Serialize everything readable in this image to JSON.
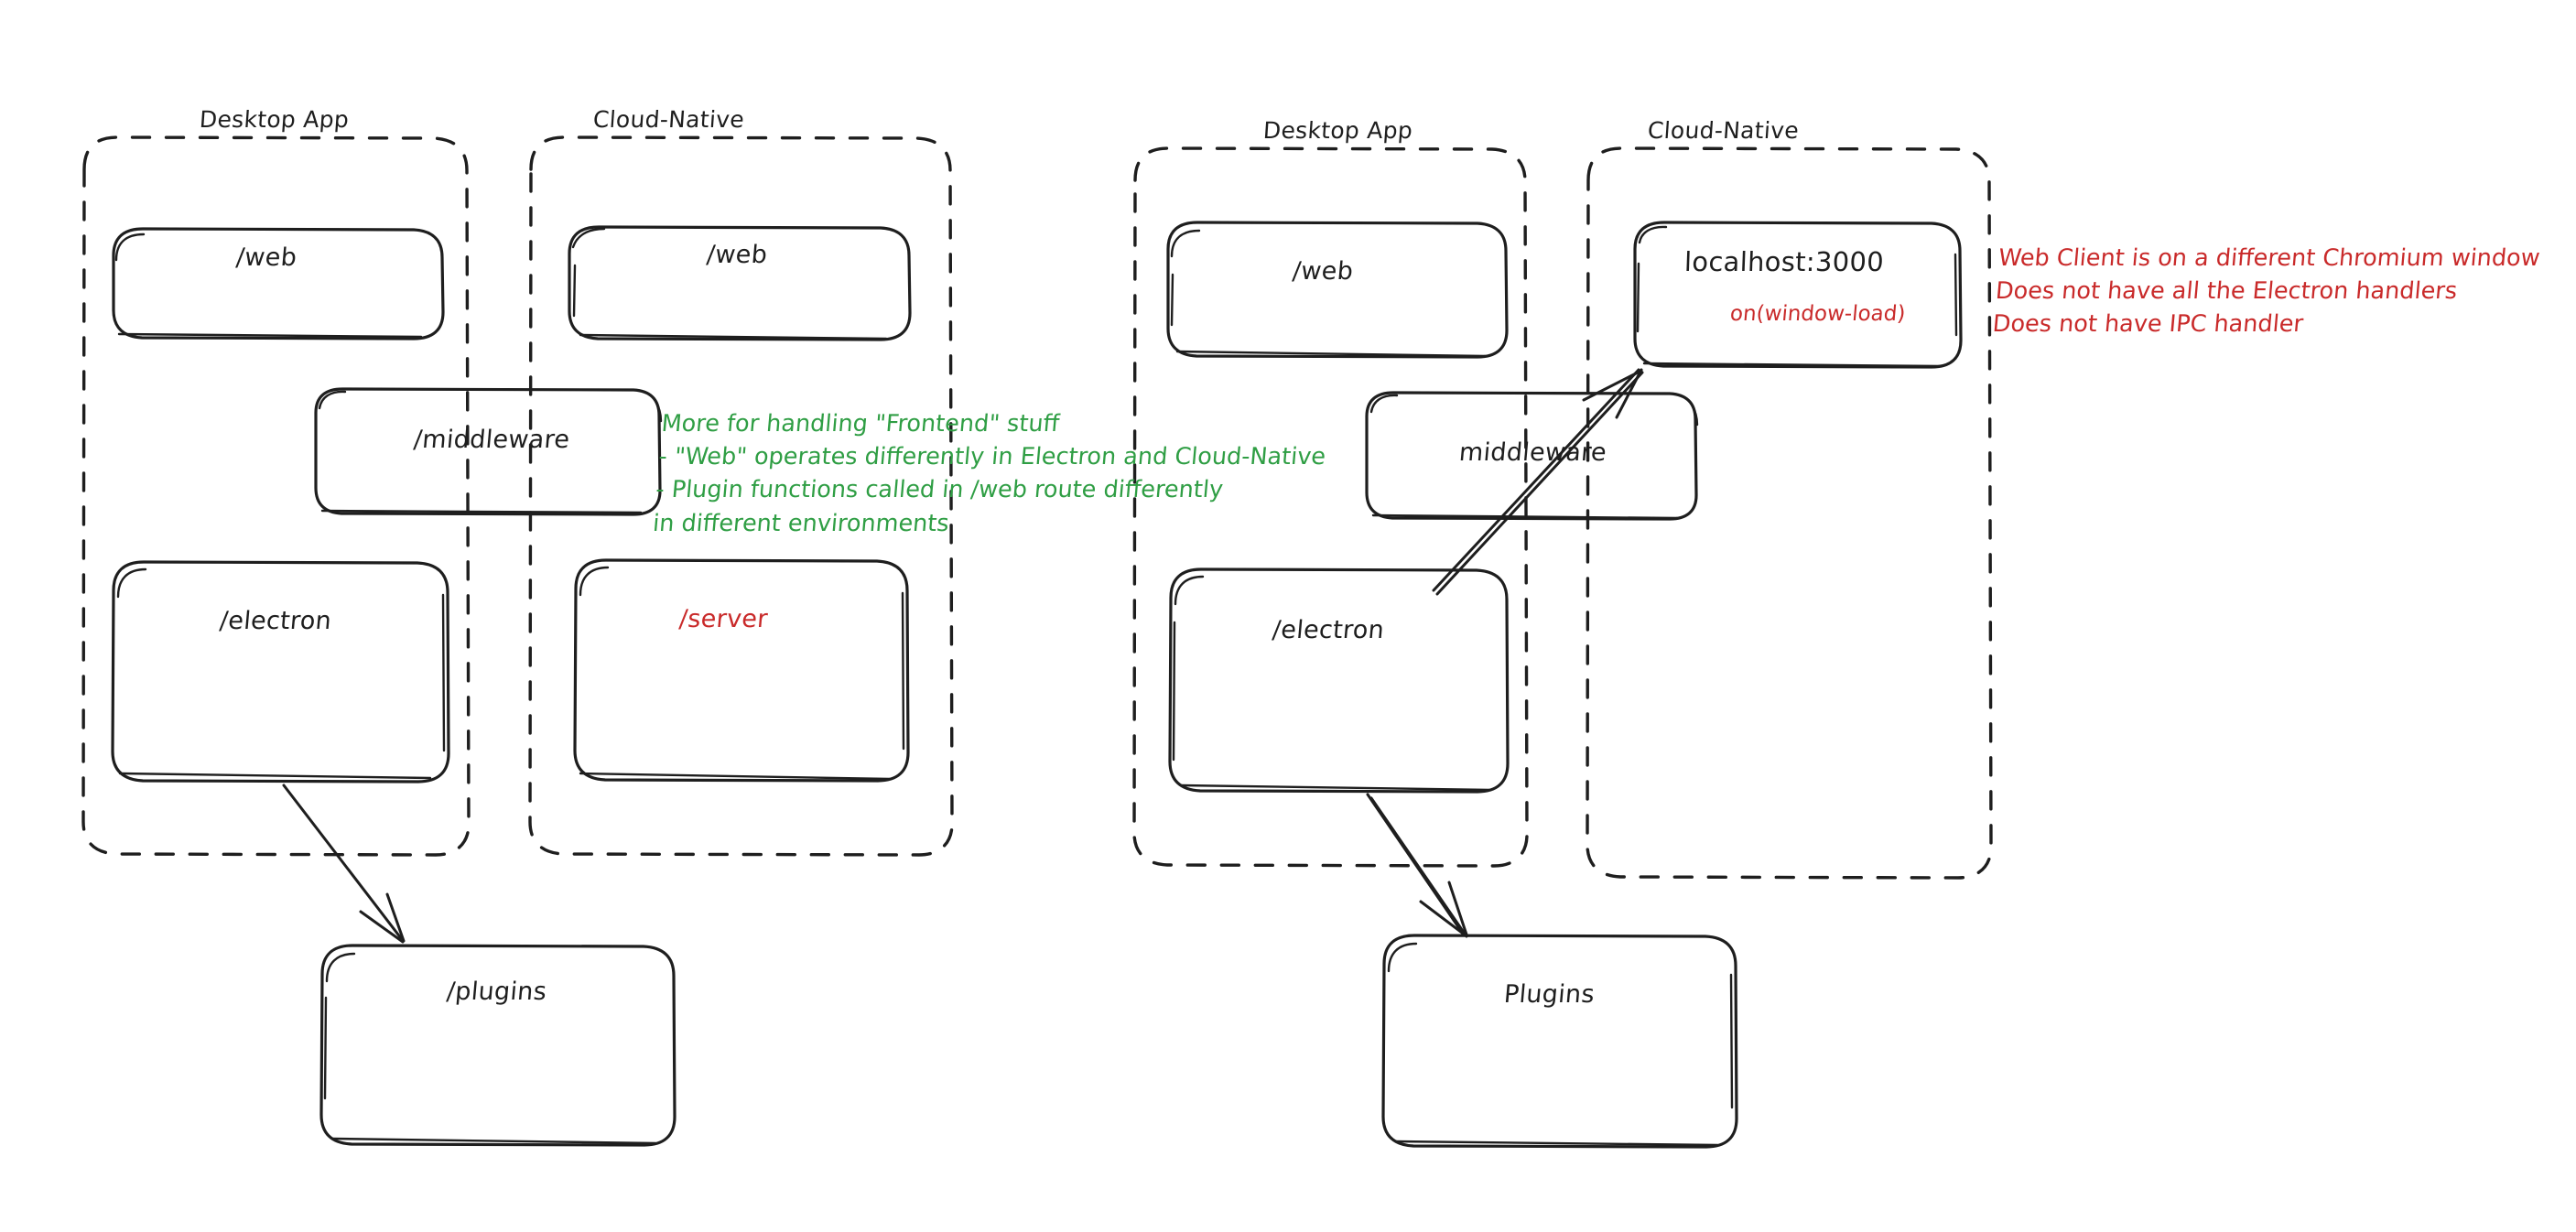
{
  "diagram": {
    "title": "Electron vs Cloud-Native architecture sketch",
    "style": "hand-drawn whiteboard",
    "background": "#ffffff",
    "colors": {
      "stroke": "#1e1e1e",
      "green": "#2f9e44",
      "red": "#c92a2a"
    },
    "panels": [
      {
        "id": "left-desktop",
        "title": "Desktop App",
        "nodes": [
          {
            "id": "l-web",
            "label": "/web",
            "color": "#1e1e1e"
          },
          {
            "id": "l-electron",
            "label": "/electron",
            "color": "#1e1e1e"
          }
        ]
      },
      {
        "id": "left-cloud",
        "title": "Cloud-Native",
        "nodes": [
          {
            "id": "l-cweb",
            "label": "/web",
            "color": "#1e1e1e"
          },
          {
            "id": "l-server",
            "label": "/server",
            "color": "#c92a2a"
          }
        ]
      },
      {
        "id": "right-desktop",
        "title": "Desktop App",
        "nodes": [
          {
            "id": "r-web",
            "label": "/web",
            "color": "#1e1e1e"
          },
          {
            "id": "r-electron",
            "label": "/electron",
            "color": "#1e1e1e"
          }
        ]
      },
      {
        "id": "right-cloud",
        "title": "Cloud-Native",
        "nodes": [
          {
            "id": "r-localhost",
            "label": "localhost:3000",
            "color": "#1e1e1e",
            "sublabel": "on(window-load)",
            "sublabel_color": "#c92a2a"
          }
        ]
      }
    ],
    "straddle_nodes": [
      {
        "id": "l-middleware",
        "label": "/middleware",
        "color": "#1e1e1e"
      },
      {
        "id": "r-middleware",
        "label": "middleware",
        "color": "#1e1e1e"
      }
    ],
    "bottom_nodes": [
      {
        "id": "l-plugins",
        "label": "/plugins",
        "color": "#1e1e1e"
      },
      {
        "id": "r-plugins",
        "label": "Plugins",
        "color": "#1e1e1e"
      }
    ],
    "annotations": [
      {
        "id": "green-note",
        "color": "#2f9e44",
        "lines": [
          "More for handling \"Frontend\" stuff",
          "- \"Web\" operates differently in Electron and Cloud-Native",
          "- Plugin functions called in /web route differently",
          "in different environments"
        ]
      },
      {
        "id": "red-note",
        "color": "#c92a2a",
        "lines": [
          "Web Client is on a different Chromium window",
          "Does not have all the Electron handlers",
          "Does not have IPC handler"
        ]
      }
    ],
    "arrows": [
      {
        "id": "arrow-left-electron-to-plugins",
        "from": "l-electron",
        "to": "l-plugins"
      },
      {
        "id": "arrow-right-electron-to-plugins",
        "from": "r-electron",
        "to": "r-plugins"
      },
      {
        "id": "arrow-right-electron-to-localhost",
        "from": "r-electron",
        "to": "r-localhost"
      }
    ]
  }
}
